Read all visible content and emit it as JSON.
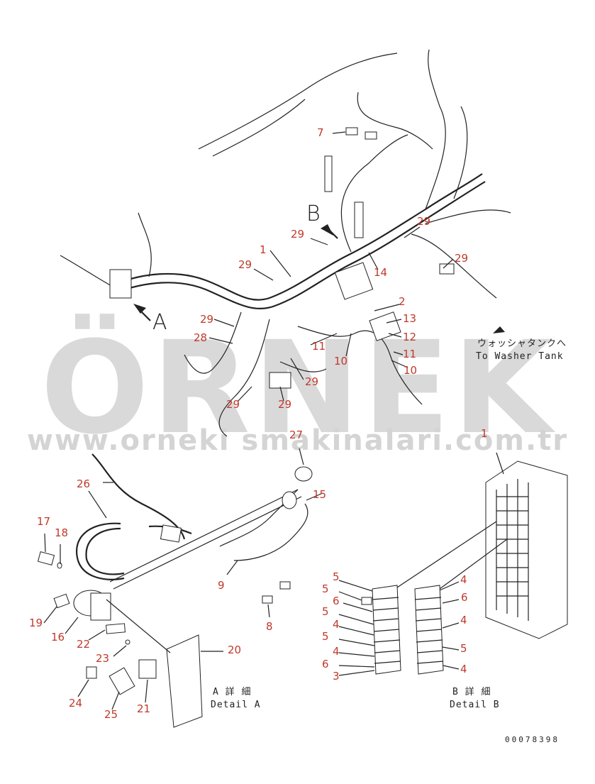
{
  "watermark": {
    "brand": "ÖRNEK",
    "url": "www.orneki smakinalari.com.tr"
  },
  "view_labels": {
    "a": "A",
    "b": "B"
  },
  "detail_a": {
    "jp": "A 詳 細",
    "en": "Detail A"
  },
  "detail_b": {
    "jp": "B 詳 細",
    "en": "Detail B"
  },
  "washer_tank": {
    "jp": "ウォッシャタンクへ",
    "en": "To Washer Tank"
  },
  "drawing_code": "00078398",
  "callouts": {
    "c1_top": "1",
    "c7": "7",
    "c29_a": "29",
    "c29_b": "29",
    "c29_c": "29",
    "c29_d": "29",
    "c29_e": "29",
    "c29_f": "29",
    "c29_g": "29",
    "c29_h": "29",
    "c14": "14",
    "c2": "2",
    "c13": "13",
    "c12": "12",
    "c11_a": "11",
    "c11_b": "11",
    "c10_a": "10",
    "c10_b": "10",
    "c28": "28",
    "c27": "27",
    "c26": "26",
    "c15": "15",
    "c17": "17",
    "c18": "18",
    "c9": "9",
    "c8": "8",
    "c19": "19",
    "c16": "16",
    "c22": "22",
    "c20": "20",
    "c23": "23",
    "c24": "24",
    "c25": "25",
    "c21": "21",
    "c1_b": "1",
    "b_left": [
      "5",
      "5",
      "6",
      "5",
      "4",
      "5",
      "4",
      "6",
      "3"
    ],
    "b_right": [
      "4",
      "6",
      "4",
      "5",
      "4"
    ]
  }
}
